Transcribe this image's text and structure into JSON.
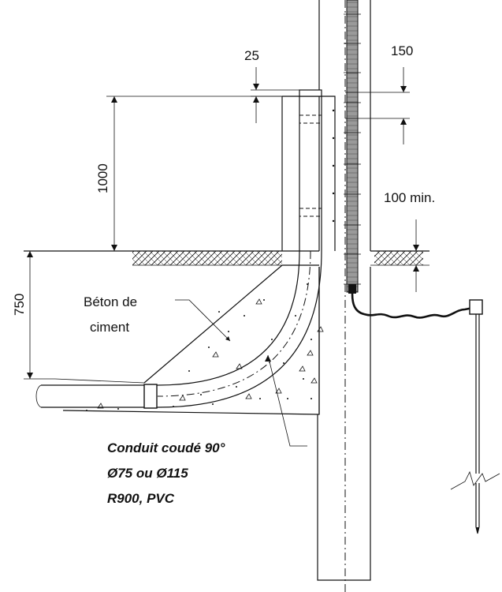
{
  "dimensions": {
    "top_gap": "25",
    "cap_spacing": "150",
    "height_above_ground": "1000",
    "depth_below_ground": "750",
    "min_clearance": "100 min."
  },
  "labels": {
    "concrete_line1": "Béton de",
    "concrete_line2": "ciment",
    "conduit_line1": "Conduit coudé 90°",
    "conduit_line2": "Ø75 ou Ø115",
    "conduit_line3": "R900, PVC"
  },
  "colors": {
    "ink": "#111111",
    "background": "#ffffff",
    "guard_fill": "#9a9a9a"
  },
  "icons": {
    "ground_rod": "ground-rod-icon",
    "break_mark": "break-line-icon"
  }
}
